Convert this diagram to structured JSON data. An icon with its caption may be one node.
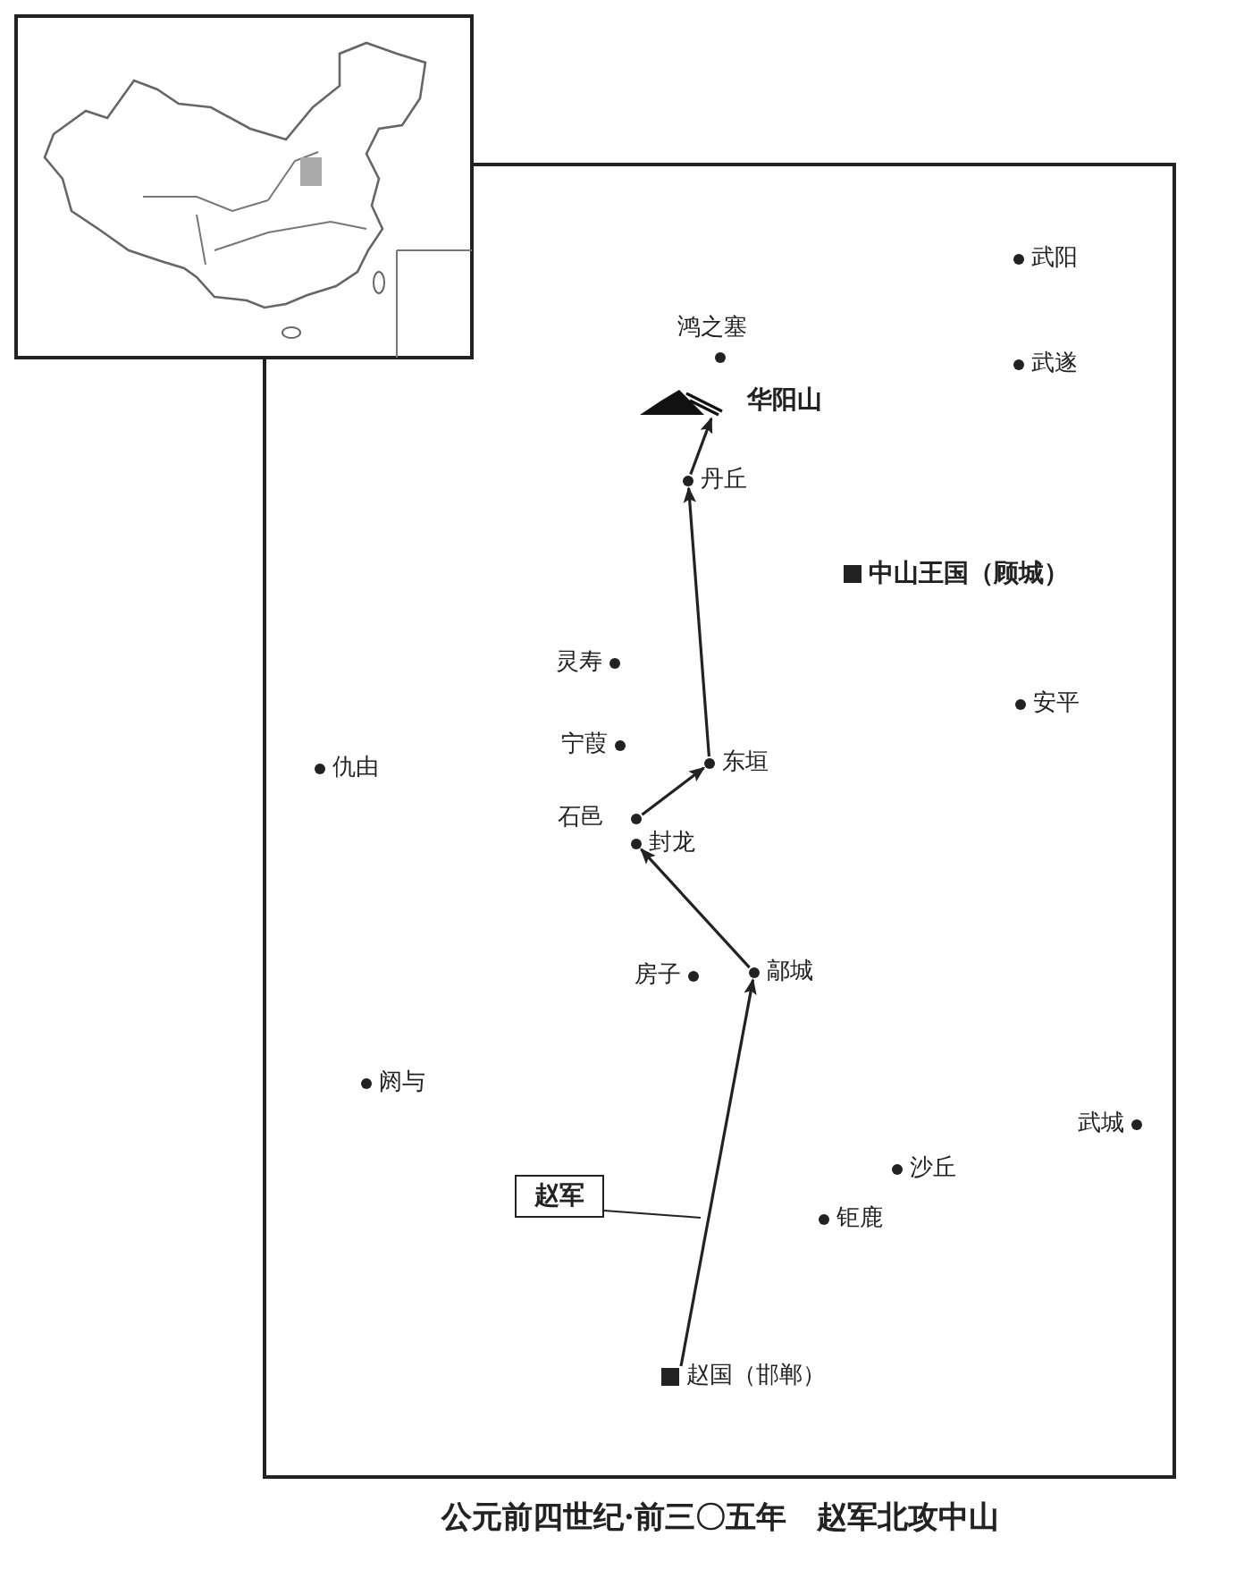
{
  "diagram": {
    "caption": "公元前四世纪·前三〇五年　赵军北攻中山",
    "nodes": [
      {
        "text": [
          "赵国（邯郸）"
        ]
      },
      {
        "text": [
          "鄗城"
        ]
      },
      {
        "text": [
          "封龙"
        ]
      },
      {
        "text": [
          "石邑"
        ]
      },
      {
        "text": [
          "东垣"
        ]
      },
      {
        "text": [
          "丹丘"
        ]
      },
      {
        "text": [
          "华阳山"
        ]
      },
      {
        "text": [
          "赵军"
        ]
      },
      {
        "text": [
          "中山王国（顾城）"
        ]
      }
    ],
    "edges": [
      {
        "from": 0,
        "to": 1,
        "arrow": "to"
      },
      {
        "from": 1,
        "to": 2,
        "arrow": "to"
      },
      {
        "from": 3,
        "to": 4,
        "arrow": "to"
      },
      {
        "from": 4,
        "to": 5,
        "arrow": "to"
      },
      {
        "from": 5,
        "to": 6,
        "arrow": "to"
      },
      {
        "from": 7,
        "to": null,
        "arrow": "none"
      }
    ],
    "labels": [
      "武阳",
      "武遂",
      "鸿之塞",
      "灵寿",
      "安平",
      "宁葭",
      "仇由",
      "房子",
      "阏与",
      "武城",
      "沙丘",
      "钜鹿"
    ]
  }
}
